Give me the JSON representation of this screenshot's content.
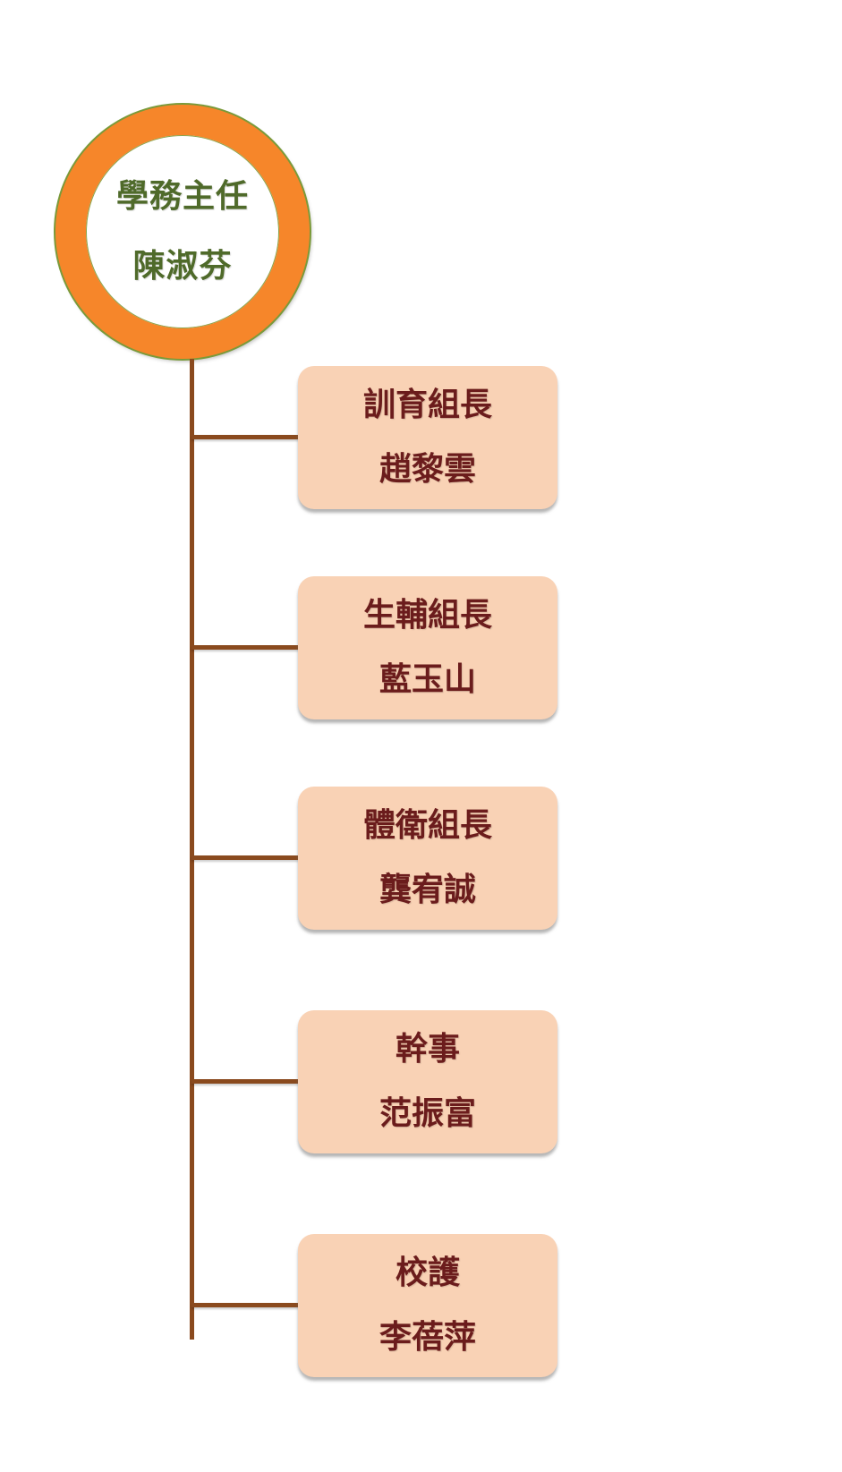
{
  "root": {
    "title": "學務主任",
    "name": "陳淑芬"
  },
  "units": [
    {
      "title": "訓育組長",
      "name": "趙黎雲"
    },
    {
      "title": "生輔組長",
      "name": "藍玉山"
    },
    {
      "title": "體衛組長",
      "name": "龔宥誠"
    },
    {
      "title": "幹事",
      "name": "范振富"
    },
    {
      "title": "校護",
      "name": "李蓓萍"
    }
  ],
  "colors": {
    "ring": "#f6862a",
    "root_text": "#4f6a2a",
    "connector": "#8a4a1e",
    "box_fill": "#f9d2b5",
    "box_text": "#6b1c1c"
  }
}
